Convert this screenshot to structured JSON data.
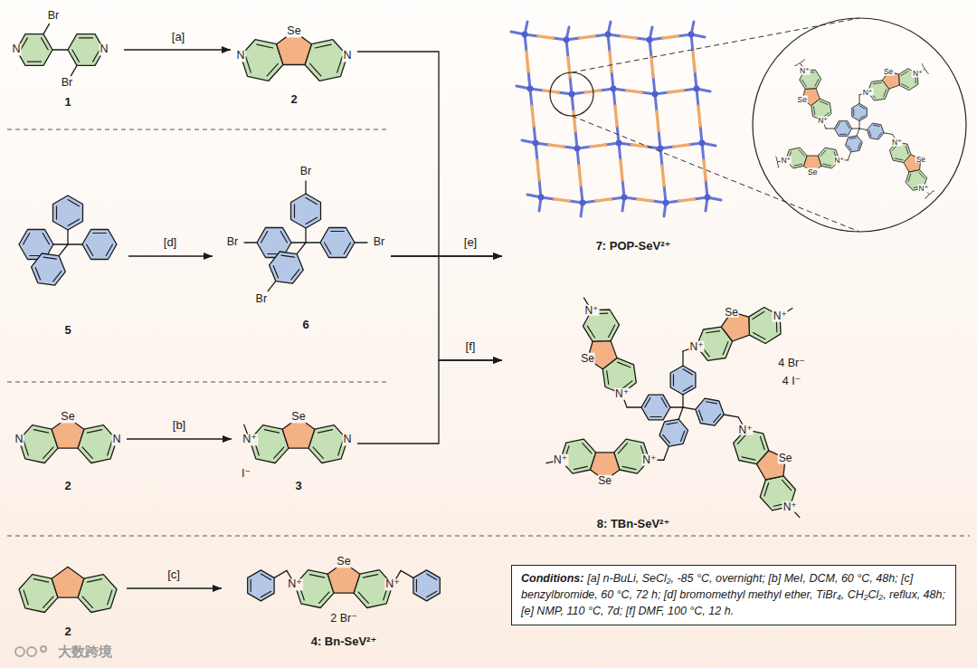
{
  "diagram": {
    "nodes": [
      {
        "text": [
          "1"
        ]
      },
      {
        "text": [
          "2"
        ]
      },
      {
        "text": [
          "7: POP-SeV²⁺"
        ]
      },
      {
        "text": [
          "5"
        ]
      },
      {
        "text": [
          "6"
        ]
      },
      {
        "text": [
          "8: TBn-SeV²⁺"
        ]
      },
      {
        "text": [
          "2"
        ]
      },
      {
        "text": [
          "3"
        ]
      },
      {
        "text": [
          "2"
        ]
      },
      {
        "text": [
          "4: Bn-SeV²⁺"
        ]
      },
      {
        "text": [
          "Conditions:",
          "[a] n-BuLi, SeCl₂, -85 °C, overnight; [b] MeI, DCM, 60 °C, 48h; [c] benzylbromide, 60 °C, 72 h; [d] bromomethyl methyl ether, TiBr₄, CH₂Cl₂, reflux, 48h; [e] NMP, 110 °C, 7d; [f] DMF, 100 °C, 12 h."
        ]
      }
    ],
    "edges": [
      {
        "from": 0,
        "to": 1,
        "arrow": "to",
        "label": "[a]"
      },
      {
        "from": 3,
        "to": 4,
        "arrow": "to",
        "label": "[d]"
      },
      {
        "from": 6,
        "to": 7,
        "arrow": "to",
        "label": "[b]"
      },
      {
        "from": 8,
        "to": 9,
        "arrow": "to",
        "label": "[c]"
      },
      {
        "from": 1,
        "to": 2,
        "arrow": "to",
        "label": "[e]"
      },
      {
        "from": 4,
        "to": 2,
        "arrow": "to"
      },
      {
        "from": 4,
        "to": 5,
        "arrow": "to"
      },
      {
        "from": 7,
        "to": 5,
        "arrow": "to",
        "label": "[f]"
      }
    ],
    "labels": [
      "Br",
      "N",
      "N",
      "Br",
      "Se",
      "N",
      "N",
      "Br",
      "Br",
      "Br",
      "Br",
      "Se",
      "N",
      "N",
      "Se",
      "N⁺",
      "N",
      "I⁻",
      "Se",
      "N⁺",
      "N⁺",
      "2 Br⁻",
      "Se",
      "N⁺",
      "N⁺",
      "Se",
      "N⁺",
      "N⁺",
      "Se",
      "N⁺",
      "N⁺",
      "Se",
      "N⁺",
      "N⁺",
      "Se",
      "N⁺",
      "N⁺",
      "Se",
      "N⁺",
      "N⁺",
      "Se",
      "N⁺",
      "N⁺",
      "Se",
      "N⁺",
      "N⁺",
      "4 Br⁻",
      "4 I⁻",
      "大数跨境"
    ]
  }
}
